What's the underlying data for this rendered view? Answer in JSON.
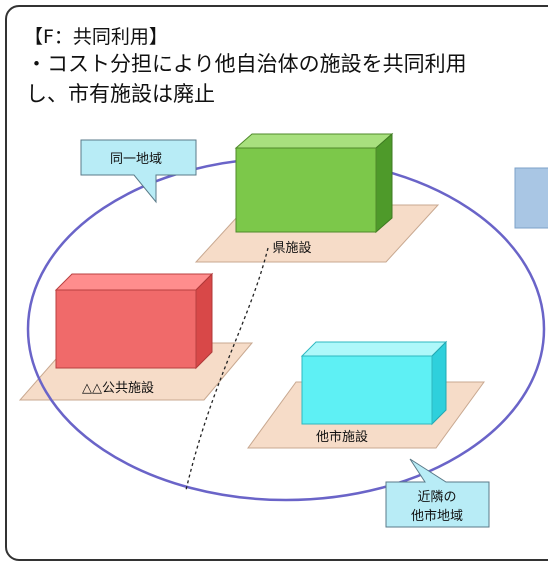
{
  "heading": "【F：共同利用】",
  "description": [
    "・コスト分担により他自治体の施設を共同利用",
    "し、市有施設は廃止"
  ],
  "callouts": {
    "same_region": "同一地域",
    "neighbor_region_line1": "近隣の",
    "neighbor_region_line2": "他市地域"
  },
  "facilities": {
    "prefecture": "県施設",
    "public": "△△公共施設",
    "other_city": "他市施設"
  },
  "colors": {
    "prefecture_box": "#7cc84a",
    "public_box": "#f06a6a",
    "other_city_box": "#5ef0f4",
    "region_ellipse": "#6a64c8",
    "base_plate": "#f6dcc8",
    "callout_fill": "#b8ecf6",
    "partial_box_right": "#a9c6e4"
  }
}
